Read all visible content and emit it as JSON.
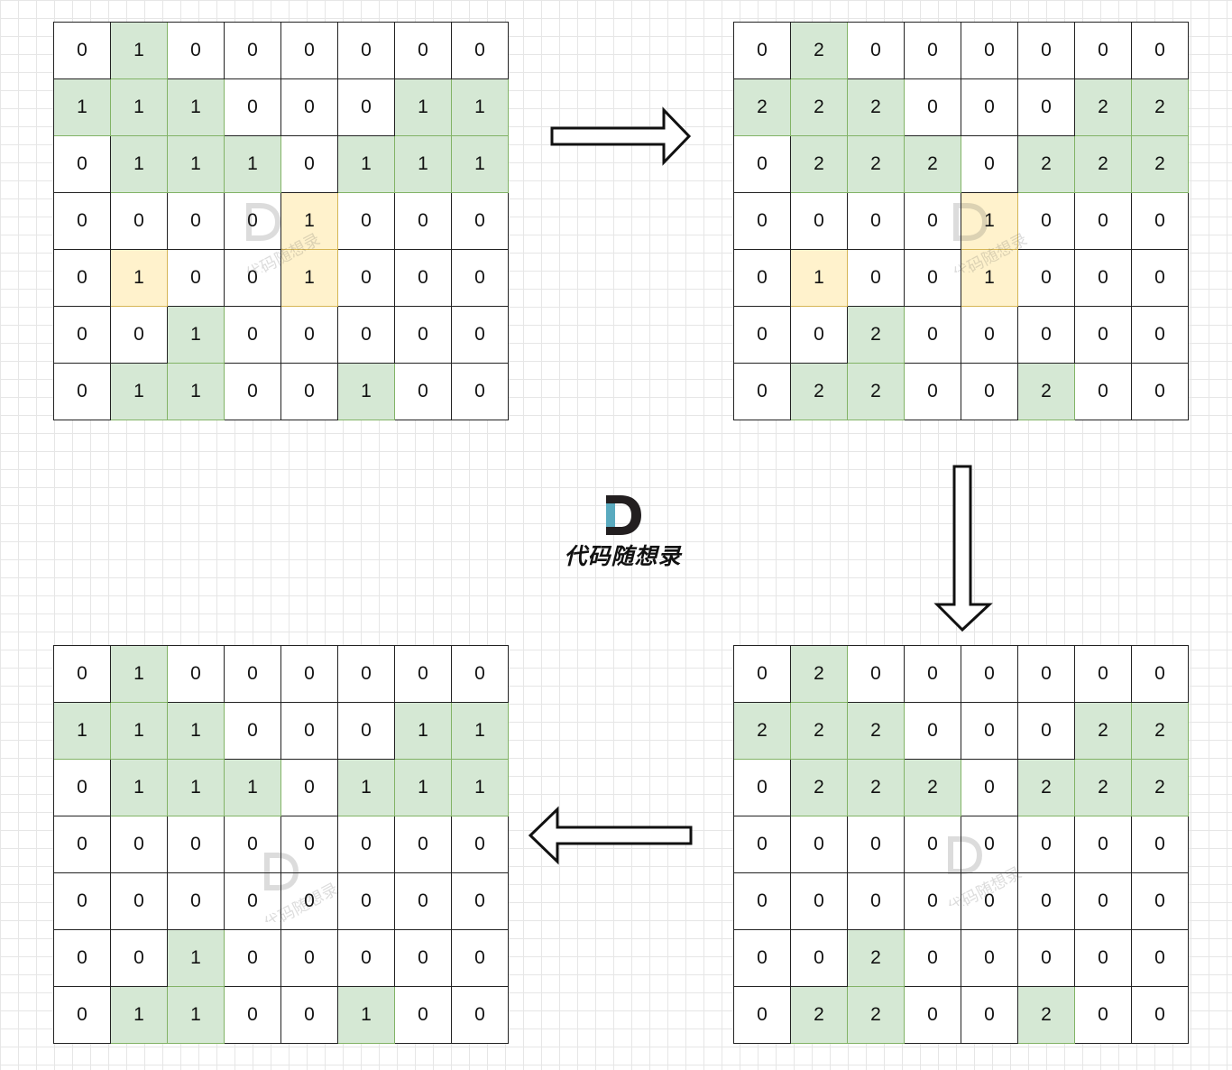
{
  "diagram": {
    "logo": {
      "text": "代码随想录",
      "mark": "D",
      "colors": {
        "dark": "#231f20",
        "accent": "#5aaabf"
      }
    },
    "colors": {
      "green": "#d5e8d4",
      "yellow": "#fff2cc",
      "white": "#ffffff",
      "line": "#222222"
    },
    "arrows": [
      "arrow-right",
      "arrow-down",
      "arrow-left"
    ],
    "grids": {
      "top_left": {
        "values": [
          [
            "0",
            "1",
            "0",
            "0",
            "0",
            "0",
            "0",
            "0"
          ],
          [
            "1",
            "1",
            "1",
            "0",
            "0",
            "0",
            "1",
            "1"
          ],
          [
            "0",
            "1",
            "1",
            "1",
            "0",
            "1",
            "1",
            "1"
          ],
          [
            "0",
            "0",
            "0",
            "0",
            "1",
            "0",
            "0",
            "0"
          ],
          [
            "0",
            "1",
            "0",
            "0",
            "1",
            "0",
            "0",
            "0"
          ],
          [
            "0",
            "0",
            "1",
            "0",
            "0",
            "0",
            "0",
            "0"
          ],
          [
            "0",
            "1",
            "1",
            "0",
            "0",
            "1",
            "0",
            "0"
          ]
        ],
        "fills": [
          [
            "w",
            "g",
            "w",
            "w",
            "w",
            "w",
            "w",
            "w"
          ],
          [
            "g",
            "g",
            "g",
            "w",
            "w",
            "w",
            "g",
            "g"
          ],
          [
            "w",
            "g",
            "g",
            "g",
            "w",
            "g",
            "g",
            "g"
          ],
          [
            "w",
            "w",
            "w",
            "w",
            "y",
            "w",
            "w",
            "w"
          ],
          [
            "w",
            "y",
            "w",
            "w",
            "y",
            "w",
            "w",
            "w"
          ],
          [
            "w",
            "w",
            "g",
            "w",
            "w",
            "w",
            "w",
            "w"
          ],
          [
            "w",
            "g",
            "g",
            "w",
            "w",
            "g",
            "w",
            "w"
          ]
        ]
      },
      "top_right": {
        "values": [
          [
            "0",
            "2",
            "0",
            "0",
            "0",
            "0",
            "0",
            "0"
          ],
          [
            "2",
            "2",
            "2",
            "0",
            "0",
            "0",
            "2",
            "2"
          ],
          [
            "0",
            "2",
            "2",
            "2",
            "0",
            "2",
            "2",
            "2"
          ],
          [
            "0",
            "0",
            "0",
            "0",
            "1",
            "0",
            "0",
            "0"
          ],
          [
            "0",
            "1",
            "0",
            "0",
            "1",
            "0",
            "0",
            "0"
          ],
          [
            "0",
            "0",
            "2",
            "0",
            "0",
            "0",
            "0",
            "0"
          ],
          [
            "0",
            "2",
            "2",
            "0",
            "0",
            "2",
            "0",
            "0"
          ]
        ],
        "fills": [
          [
            "w",
            "g",
            "w",
            "w",
            "w",
            "w",
            "w",
            "w"
          ],
          [
            "g",
            "g",
            "g",
            "w",
            "w",
            "w",
            "g",
            "g"
          ],
          [
            "w",
            "g",
            "g",
            "g",
            "w",
            "g",
            "g",
            "g"
          ],
          [
            "w",
            "w",
            "w",
            "w",
            "y",
            "w",
            "w",
            "w"
          ],
          [
            "w",
            "y",
            "w",
            "w",
            "y",
            "w",
            "w",
            "w"
          ],
          [
            "w",
            "w",
            "g",
            "w",
            "w",
            "w",
            "w",
            "w"
          ],
          [
            "w",
            "g",
            "g",
            "w",
            "w",
            "g",
            "w",
            "w"
          ]
        ]
      },
      "bottom_right": {
        "values": [
          [
            "0",
            "2",
            "0",
            "0",
            "0",
            "0",
            "0",
            "0"
          ],
          [
            "2",
            "2",
            "2",
            "0",
            "0",
            "0",
            "2",
            "2"
          ],
          [
            "0",
            "2",
            "2",
            "2",
            "0",
            "2",
            "2",
            "2"
          ],
          [
            "0",
            "0",
            "0",
            "0",
            "0",
            "0",
            "0",
            "0"
          ],
          [
            "0",
            "0",
            "0",
            "0",
            "0",
            "0",
            "0",
            "0"
          ],
          [
            "0",
            "0",
            "2",
            "0",
            "0",
            "0",
            "0",
            "0"
          ],
          [
            "0",
            "2",
            "2",
            "0",
            "0",
            "2",
            "0",
            "0"
          ]
        ],
        "fills": [
          [
            "w",
            "g",
            "w",
            "w",
            "w",
            "w",
            "w",
            "w"
          ],
          [
            "g",
            "g",
            "g",
            "w",
            "w",
            "w",
            "g",
            "g"
          ],
          [
            "w",
            "g",
            "g",
            "g",
            "w",
            "g",
            "g",
            "g"
          ],
          [
            "w",
            "w",
            "w",
            "w",
            "w",
            "w",
            "w",
            "w"
          ],
          [
            "w",
            "w",
            "w",
            "w",
            "w",
            "w",
            "w",
            "w"
          ],
          [
            "w",
            "w",
            "g",
            "w",
            "w",
            "w",
            "w",
            "w"
          ],
          [
            "w",
            "g",
            "g",
            "w",
            "w",
            "g",
            "w",
            "w"
          ]
        ]
      },
      "bottom_left": {
        "values": [
          [
            "0",
            "1",
            "0",
            "0",
            "0",
            "0",
            "0",
            "0"
          ],
          [
            "1",
            "1",
            "1",
            "0",
            "0",
            "0",
            "1",
            "1"
          ],
          [
            "0",
            "1",
            "1",
            "1",
            "0",
            "1",
            "1",
            "1"
          ],
          [
            "0",
            "0",
            "0",
            "0",
            "0",
            "0",
            "0",
            "0"
          ],
          [
            "0",
            "0",
            "0",
            "0",
            "0",
            "0",
            "0",
            "0"
          ],
          [
            "0",
            "0",
            "1",
            "0",
            "0",
            "0",
            "0",
            "0"
          ],
          [
            "0",
            "1",
            "1",
            "0",
            "0",
            "1",
            "0",
            "0"
          ]
        ],
        "fills": [
          [
            "w",
            "g",
            "w",
            "w",
            "w",
            "w",
            "w",
            "w"
          ],
          [
            "g",
            "g",
            "g",
            "w",
            "w",
            "w",
            "g",
            "g"
          ],
          [
            "w",
            "g",
            "g",
            "g",
            "w",
            "g",
            "g",
            "g"
          ],
          [
            "w",
            "w",
            "w",
            "w",
            "w",
            "w",
            "w",
            "w"
          ],
          [
            "w",
            "w",
            "w",
            "w",
            "w",
            "w",
            "w",
            "w"
          ],
          [
            "w",
            "w",
            "g",
            "w",
            "w",
            "w",
            "w",
            "w"
          ],
          [
            "w",
            "g",
            "g",
            "w",
            "w",
            "g",
            "w",
            "w"
          ]
        ]
      }
    }
  }
}
